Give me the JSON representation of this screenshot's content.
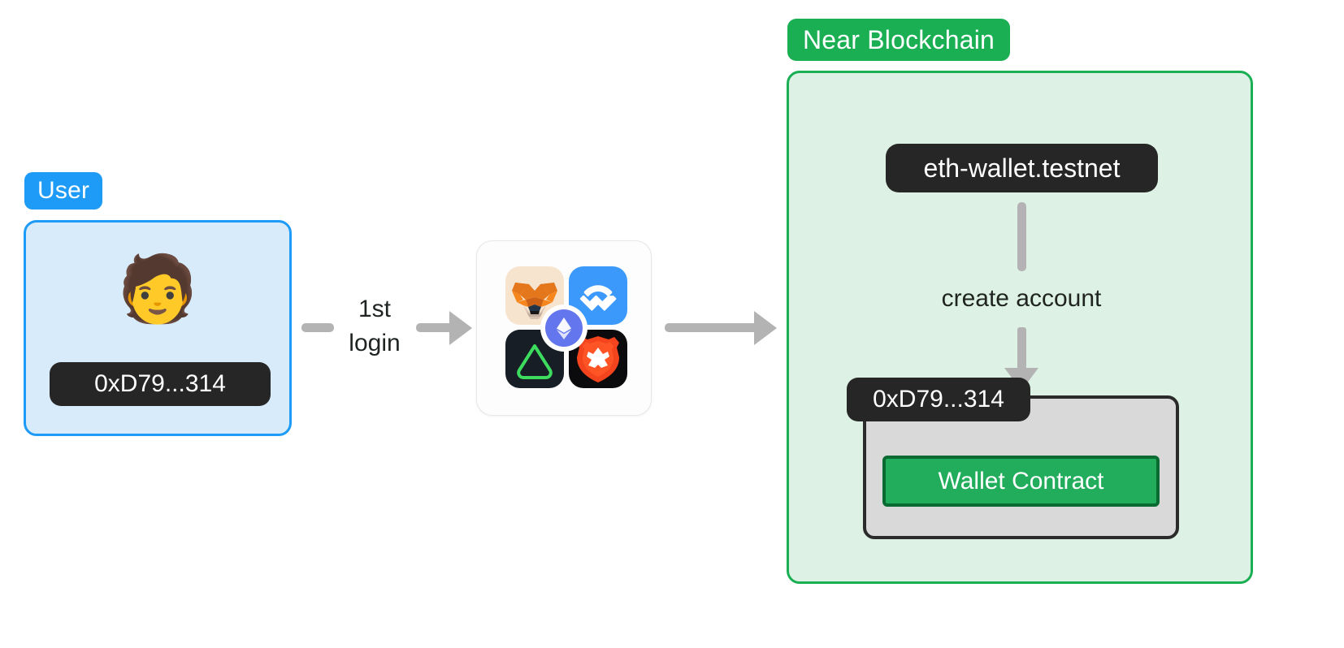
{
  "diagram": {
    "title": "NEAR Ethereum wallet first-login account creation flow",
    "colors": {
      "user_accent": "#1d9bf6",
      "user_fill": "#d7ebfb",
      "near_accent": "#1aaf53",
      "near_fill": "#ddf2e4",
      "pill_dark": "#262626",
      "arrow_gray": "#b3b3b3",
      "contract_fill": "#d9d9d9",
      "contract_border": "#2b2b2b",
      "contract_button": "#22ad5c",
      "contract_button_border": "#0a6b32"
    },
    "user_group": {
      "label": "User",
      "avatar_icon": "person-emoji",
      "avatar_glyph": "🧑",
      "address": "0xD79...314"
    },
    "edges": {
      "login_line1": "1st",
      "login_line2": "login",
      "to_near": ""
    },
    "wallets": {
      "card_name": "ethereum-wallet-chooser",
      "items": [
        {
          "name": "metamask-icon",
          "label": "MetaMask"
        },
        {
          "name": "walletconnect-icon",
          "label": "WalletConnect"
        },
        {
          "name": "rainbow-triangle-icon",
          "label": "Rainbow"
        },
        {
          "name": "brave-wallet-icon",
          "label": "Brave Wallet"
        }
      ],
      "badge": {
        "name": "ethereum-icon",
        "label": "Ethereum"
      }
    },
    "near_group": {
      "label": "Near Blockchain",
      "account_id": "eth-wallet.testnet",
      "edge_label": "create account",
      "contract": {
        "address": "0xD79...314",
        "button_label": "Wallet Contract"
      }
    }
  }
}
